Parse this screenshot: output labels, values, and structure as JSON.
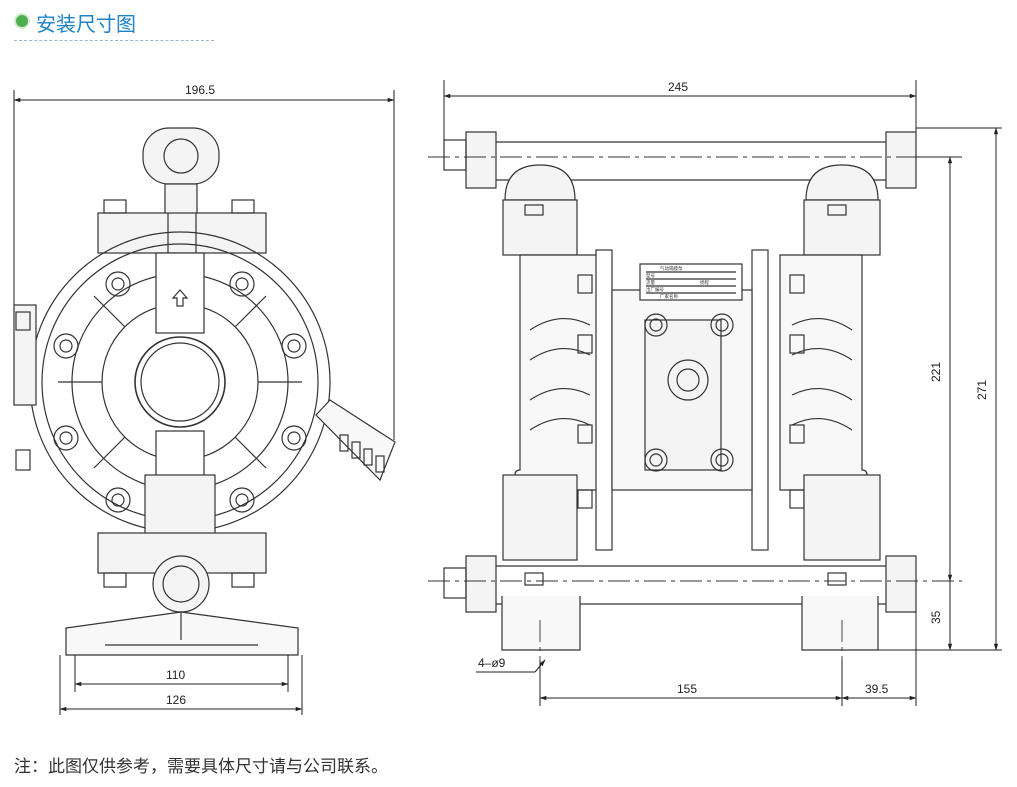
{
  "header": {
    "title": "安装尺寸图"
  },
  "dimensions": {
    "overall_width_side": "196.5",
    "overall_width_front": "245",
    "base_hole_pitch": "110",
    "base_width": "126",
    "height_221": "221",
    "height_271": "271",
    "height_35": "35",
    "hole_spec": "4–ø9",
    "foot_spacing": "155",
    "foot_offset": "39.5"
  },
  "nameplate": {
    "lines": [
      "气动隔膜泵",
      "型号",
      "流量",
      "扬程",
      "出厂编号",
      "厂家名称"
    ]
  },
  "footer": {
    "note": "注：此图仅供参考，需要具体尺寸请与公司联系。"
  }
}
